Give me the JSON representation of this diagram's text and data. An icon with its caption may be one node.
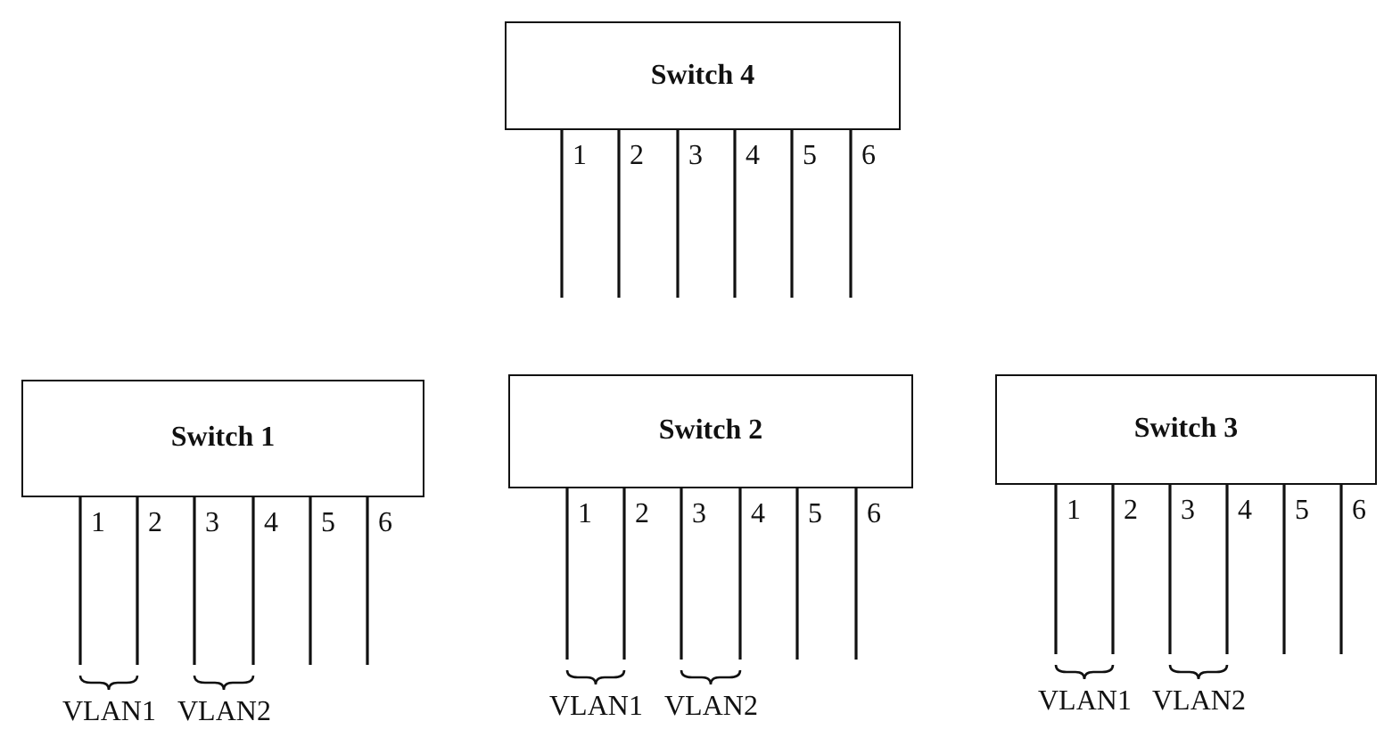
{
  "diagram": {
    "nodes": [
      {
        "text": [
          "Switch 4"
        ]
      },
      {
        "text": [
          "Switch 1"
        ]
      },
      {
        "text": [
          "Switch 2"
        ]
      },
      {
        "text": [
          "Switch 3"
        ]
      }
    ],
    "edges": [
      {
        "from": 0,
        "to": null,
        "arrow": "none"
      },
      {
        "from": 0,
        "to": null,
        "arrow": "none"
      },
      {
        "from": 0,
        "to": null,
        "arrow": "none"
      },
      {
        "from": 0,
        "to": null,
        "arrow": "none"
      },
      {
        "from": 0,
        "to": null,
        "arrow": "none"
      },
      {
        "from": 0,
        "to": null,
        "arrow": "none"
      },
      {
        "from": 1,
        "to": null,
        "arrow": "none"
      },
      {
        "from": 1,
        "to": null,
        "arrow": "none"
      },
      {
        "from": 1,
        "to": null,
        "arrow": "none"
      },
      {
        "from": 1,
        "to": null,
        "arrow": "none"
      },
      {
        "from": 1,
        "to": null,
        "arrow": "none"
      },
      {
        "from": 1,
        "to": null,
        "arrow": "none"
      },
      {
        "from": 2,
        "to": null,
        "arrow": "none"
      },
      {
        "from": 2,
        "to": null,
        "arrow": "none"
      },
      {
        "from": 2,
        "to": null,
        "arrow": "none"
      },
      {
        "from": 2,
        "to": null,
        "arrow": "none"
      },
      {
        "from": 2,
        "to": null,
        "arrow": "none"
      },
      {
        "from": 2,
        "to": null,
        "arrow": "none"
      },
      {
        "from": 3,
        "to": null,
        "arrow": "none"
      },
      {
        "from": 3,
        "to": null,
        "arrow": "none"
      },
      {
        "from": 3,
        "to": null,
        "arrow": "none"
      },
      {
        "from": 3,
        "to": null,
        "arrow": "none"
      },
      {
        "from": 3,
        "to": null,
        "arrow": "none"
      },
      {
        "from": 3,
        "to": null,
        "arrow": "none"
      }
    ],
    "labels": [
      "1",
      "2",
      "3",
      "4",
      "5",
      "6",
      "1",
      "2",
      "3",
      "4",
      "5",
      "6",
      "1",
      "2",
      "3",
      "4",
      "5",
      "6",
      "1",
      "2",
      "3",
      "4",
      "5",
      "6",
      "VLAN1",
      "VLAN2",
      "VLAN1",
      "VLAN2",
      "VLAN1",
      "VLAN2"
    ]
  }
}
